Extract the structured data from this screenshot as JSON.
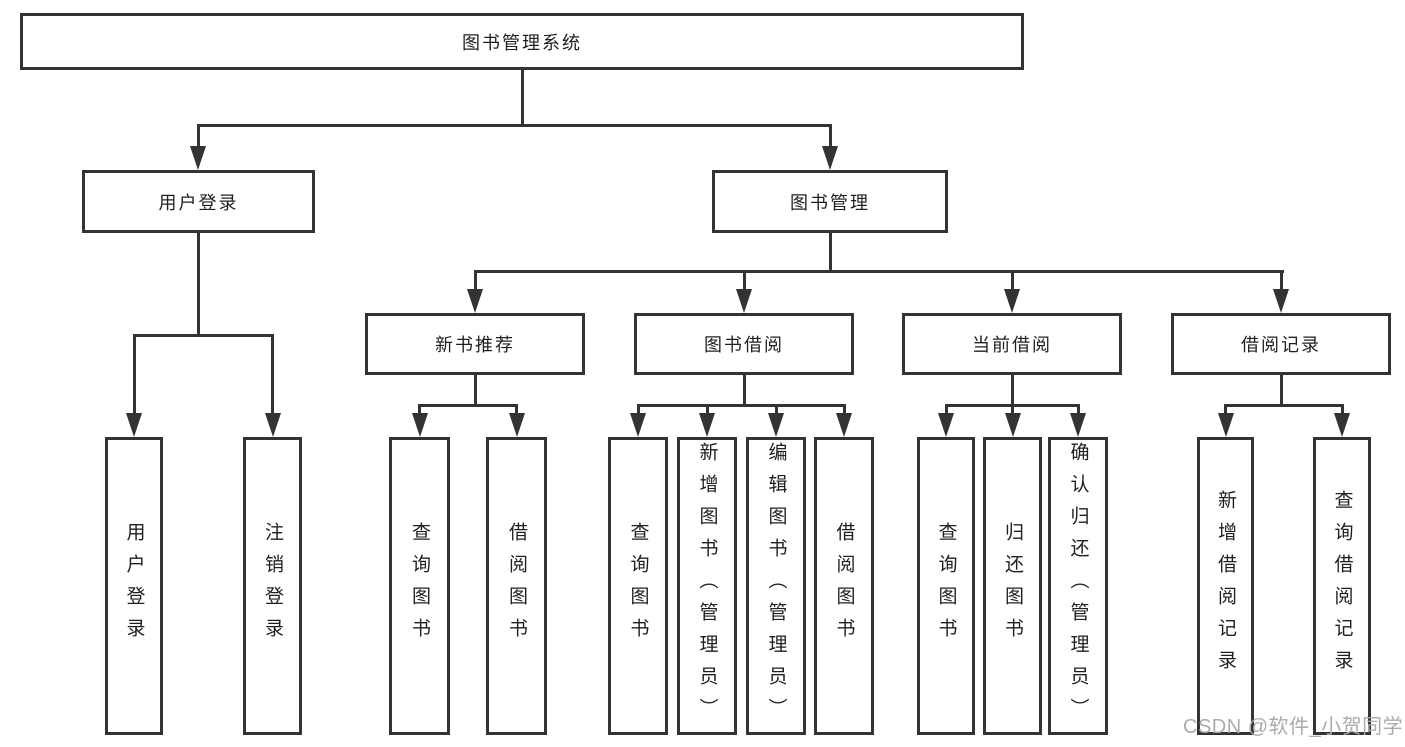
{
  "colors": {
    "line": "#333333",
    "text": "#1f1f1f",
    "watermark": "#ababab",
    "background": "#ffffff"
  },
  "watermark": {
    "text": "CSDN @软件_小贺同学"
  },
  "diagram": {
    "root": {
      "label": "图书管理系统"
    },
    "branches": [
      {
        "label": "用户登录",
        "children": [
          {
            "label": "用户登录"
          },
          {
            "label": "注销登录"
          }
        ]
      },
      {
        "label": "图书管理",
        "children": [
          {
            "label": "新书推荐",
            "children": [
              {
                "label": "查询图书"
              },
              {
                "label": "借阅图书"
              }
            ]
          },
          {
            "label": "图书借阅",
            "children": [
              {
                "label": "查询图书"
              },
              {
                "label": "新增图书（管理员）"
              },
              {
                "label": "编辑图书（管理员）"
              },
              {
                "label": "借阅图书"
              }
            ]
          },
          {
            "label": "当前借阅",
            "children": [
              {
                "label": "查询图书"
              },
              {
                "label": "归还图书"
              },
              {
                "label": "确认归还（管理员）"
              }
            ]
          },
          {
            "label": "借阅记录",
            "children": [
              {
                "label": "新增借阅记录"
              },
              {
                "label": "查询借阅记录"
              }
            ]
          }
        ]
      }
    ]
  }
}
